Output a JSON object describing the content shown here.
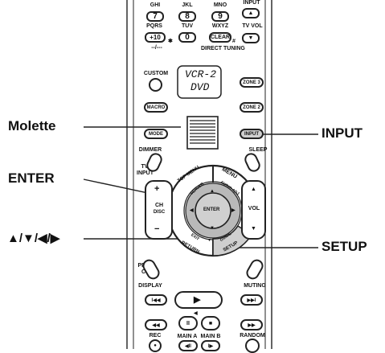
{
  "callouts": {
    "molette": "Molette",
    "enter": "ENTER",
    "arrows": "▲/▼/◀/▶",
    "input": "INPUT",
    "setup": "SETUP"
  },
  "keypad": {
    "row1_letters": [
      "GHI",
      "JKL",
      "MNO"
    ],
    "row1_digits": [
      "7",
      "8",
      "9"
    ],
    "row2_letters": [
      "PQRS",
      "TUV",
      "WXYZ"
    ],
    "row2_keys": [
      "+10",
      "0",
      "CLEAR"
    ],
    "input_top": "INPUT",
    "tv_vol": "TV VOL",
    "star": "✱",
    "hash": "#",
    "dashes": "--/---",
    "direct_tuning": "DIRECT TUNING"
  },
  "display": {
    "line1": "VCR-2",
    "line2": "DVD"
  },
  "buttons": {
    "custom": "CUSTOM",
    "macro": "MACRO",
    "zone3": "ZONE 3",
    "zone2": "ZONE 2",
    "mode": "MODE",
    "input": "INPUT",
    "dimmer": "DIMMER",
    "sleep": "SLEEP",
    "tv_input": "TV INPUT",
    "top_menu": "TOP MENU",
    "menu": "MENU",
    "server": "SERVER",
    "audio_adj": "AUDIO ADJ",
    "enter": "ENTER",
    "ch": "CH",
    "disc": "DISC",
    "vol": "VOL",
    "exit": "EXIT",
    "guide": "GUIDE",
    "return": "RETURN",
    "setup": "SETUP",
    "prev_ch": "PREV CH",
    "display": "DISPLAY",
    "muting": "MUTING",
    "rec": "REC",
    "main_a": "MAIN A",
    "main_b": "MAIN B",
    "random": "RANDOM"
  },
  "symbols": {
    "plus": "+",
    "minus": "−",
    "up": "▲",
    "down": "▼",
    "left": "◀",
    "right": "▶",
    "prev": "I◀◀",
    "play": "▶",
    "next": "▶▶I",
    "rew": "◀◀",
    "pause": "II",
    "stop": "■",
    "ff": "▶▶",
    "rec_dot": "●",
    "slow_back": "◀II",
    "slow_fwd": "I▶",
    "play_back_small": "◀"
  },
  "colors": {
    "line": "#222222",
    "highlight": "#cfcfcf"
  }
}
